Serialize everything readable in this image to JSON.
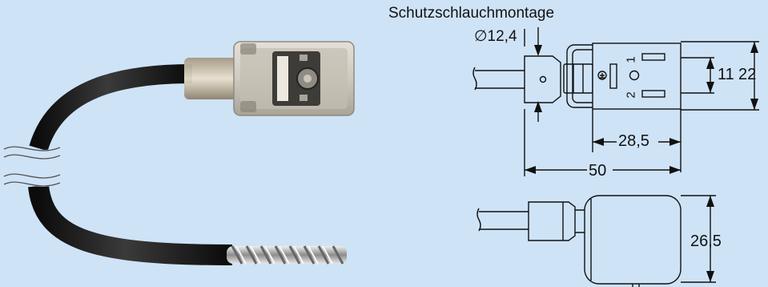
{
  "title": "Schutzschlauchmontage",
  "dimensions": {
    "diameter": "∅12,4",
    "height_inner": "11",
    "height_outer": "22",
    "length_housing": "28,5",
    "length_total": "50",
    "side_height": "26,5"
  },
  "pins": {
    "pin1": "1",
    "pin2": "2"
  },
  "colors": {
    "background": "#cfe3f7",
    "cable": "#1e1e1e",
    "housing": "#d9d4c8",
    "line": "#111111"
  },
  "icons": {
    "ground": "earth-ground-symbol"
  }
}
